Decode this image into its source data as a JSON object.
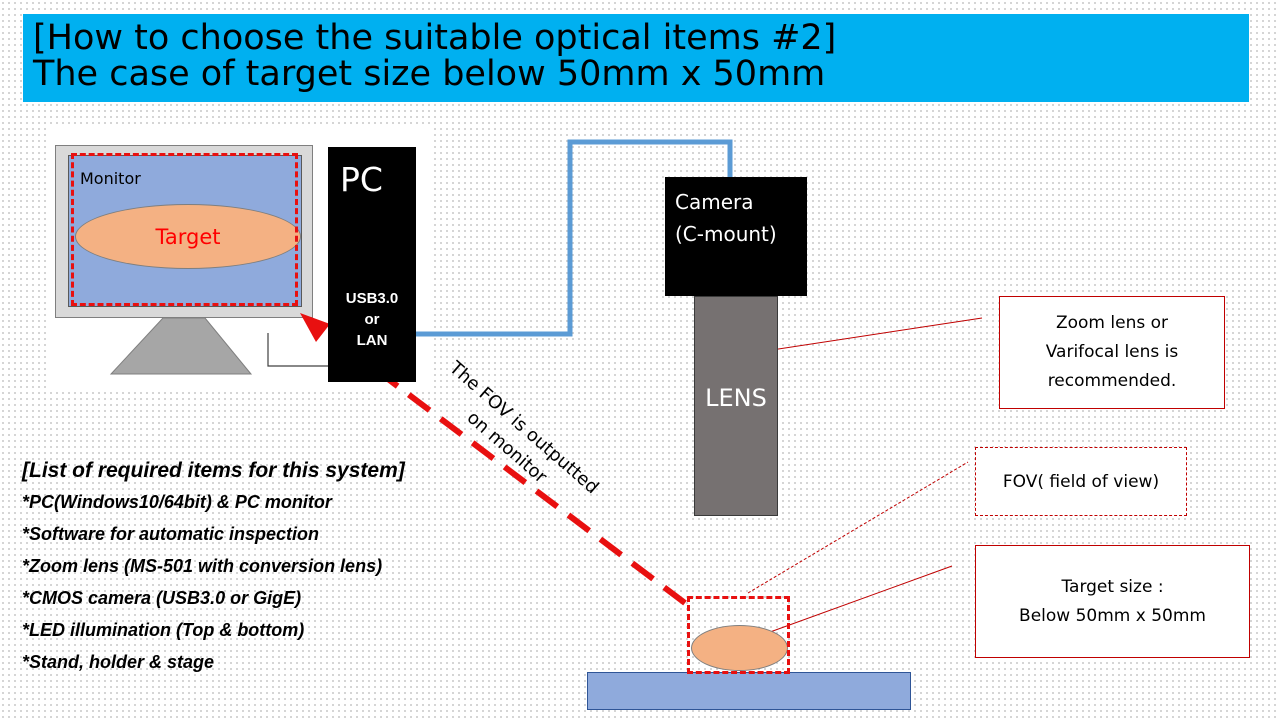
{
  "banner": {
    "title_line1": "[How to choose the suitable optical items #2]",
    "title_line2": "The case of target size below 50mm x 50mm",
    "color": "#00b0f0"
  },
  "monitor": {
    "label": "Monitor",
    "target_label": "Target"
  },
  "pc": {
    "label": "PC",
    "interface_line1": "USB3.0",
    "interface_line2": "or",
    "interface_line3": "LAN"
  },
  "camera": {
    "label_line1": "Camera",
    "label_line2": "(C-mount)"
  },
  "lens": {
    "label": "LENS"
  },
  "callouts": {
    "zoom_line1": "Zoom lens or",
    "zoom_line2": "Varifocal lens is",
    "zoom_line3": "recommended.",
    "fov": "FOV( field of view)",
    "size_line1": "Target size :",
    "size_line2": "Below 50mm x 50mm"
  },
  "fov_note": {
    "line1": "The FOV is outputted",
    "line2": "on monitor"
  },
  "requirements": {
    "heading": "[List of required items for this system]",
    "items": [
      "*PC(Windows10/64bit) & PC monitor",
      "*Software for automatic inspection",
      "*Zoom lens (MS-501 with conversion lens)",
      "*CMOS camera (USB3.0 or GigE)",
      "*LED illumination (Top & bottom)",
      "*Stand, holder & stage"
    ]
  },
  "colors": {
    "dash_red": "#e81010",
    "cable_blue": "#5b9bd5",
    "screen_blue": "#8faadc",
    "target_orange": "#f4b183",
    "callout_border": "#c00000"
  }
}
